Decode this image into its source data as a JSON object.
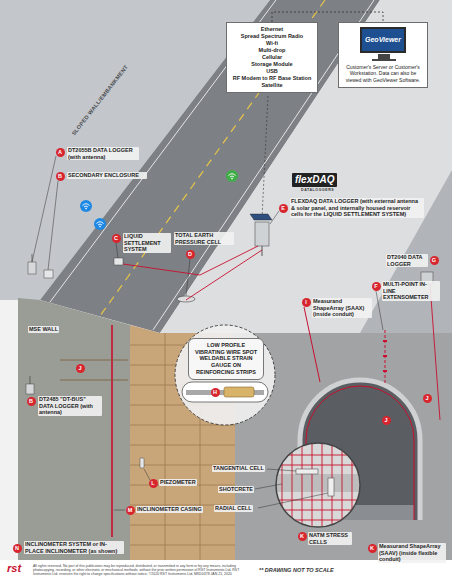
{
  "diagram": {
    "nodes": [
      {
        "text": [
          "Ethernet",
          "Spread Spectrum Radio",
          "Wi-fi",
          "Multi-drop",
          "Cellular",
          "Storage Module",
          "USB",
          "RF Modem to RF Base Station",
          "Satellite"
        ]
      },
      {
        "text": [
          "Customer's Server or Customer's Workstation. Data can also be viewed with GeoViewer Software."
        ]
      },
      {
        "text": [
          "GeoViewer"
        ],
        "in": 1
      },
      {
        "text": [
          "LOW PROFILE VIBRATING WIRE SPOT WELDABLE STRAIN GAUGE ON REINFORCING STRIPS"
        ]
      },
      {
        "text": [
          "A"
        ]
      },
      {
        "text": [
          "B"
        ]
      },
      {
        "text": [
          "C"
        ]
      },
      {
        "text": [
          "D"
        ]
      },
      {
        "text": [
          "E"
        ]
      },
      {
        "text": [
          "G"
        ]
      },
      {
        "text": [
          "F"
        ]
      },
      {
        "text": [
          "I"
        ]
      },
      {
        "text": [
          "H"
        ]
      },
      {
        "text": [
          "J"
        ]
      },
      {
        "text": [
          "J"
        ]
      },
      {
        "text": [
          "J"
        ]
      },
      {
        "text": [
          "B"
        ]
      },
      {
        "text": [
          "L"
        ]
      },
      {
        "text": [
          "M"
        ]
      },
      {
        "text": [
          "K"
        ]
      },
      {
        "text": [
          "K"
        ]
      },
      {
        "text": [
          "N"
        ]
      }
    ],
    "edges": [
      {
        "from": 0,
        "to": 1,
        "arrow": "none"
      }
    ],
    "labels": [
      "SLOPED WALL/EMBANKMENT",
      "DT2055B DATA LOGGER (with antenna)",
      "SECONDARY ENCLOSURE",
      "LIQUID SETTLEMENT SYSTEM",
      "TOTAL EARTH PRESSURE CELL",
      "flexDAQ",
      "DATALOGGERS",
      "FLEXDAQ DATA LOGGER (with external antenna & solar panel, and internally housed reservoir cells for the LIQUID SETTLEMENT SYSTEM)",
      "DT2040 DATA LOGGER",
      "MULTI-POINT IN-LINE EXTENSOMETER",
      "Measurand ShapeArray (SAAX) (inside conduit)",
      "MSE WALL",
      "DT2485 \"DT-BUS\" DATA LOGGER (with antenna)",
      "PIEZOMETER",
      "INCLINOMETER CASING",
      "TANGENTIAL CELL",
      "SHOTCRETE",
      "RADIAL CELL",
      "NATM STRESS CELLS",
      "Measurand ShapeArray (SAAV) (inside flexible conduit)",
      "INCLINOMETER SYSTEM or IN-PLACE INCLINOMETER (as shown)",
      "rst",
      "All rights reserved. No part of this publication may be reproduced, distributed, or transmitted in any form or by any means, including photocopying, recording, or other electronic or mechanical methods, without the prior written permission of RST Instruments Ltd. RST Instruments Ltd. reserves the right to change specifications without notice. ©2020 RST Instruments Ltd. MKD0378 JAN 21, 2020",
      "** DRAWING NOT TO SCALE"
    ]
  }
}
